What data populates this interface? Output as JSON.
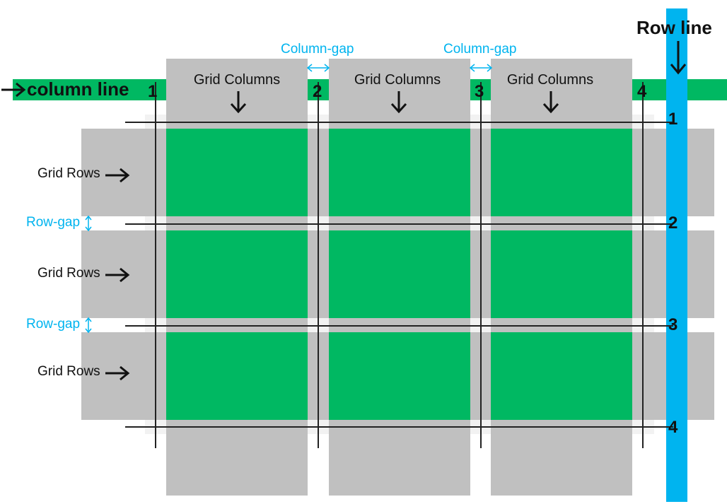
{
  "labels": {
    "row_line": "Row line",
    "column_line": "column line",
    "column_gap": "Column-gap",
    "row_gap": "Row-gap",
    "grid_columns": "Grid Columns",
    "grid_rows": "Grid Rows"
  },
  "column_line_numbers": [
    "1",
    "2",
    "3",
    "4"
  ],
  "row_line_numbers": [
    "1",
    "2",
    "3",
    "4"
  ],
  "colors": {
    "cell": "#00b862",
    "track": "#c0c0c0",
    "row_line_bar": "#00b4ef",
    "gap_label": "#00b4ef"
  }
}
